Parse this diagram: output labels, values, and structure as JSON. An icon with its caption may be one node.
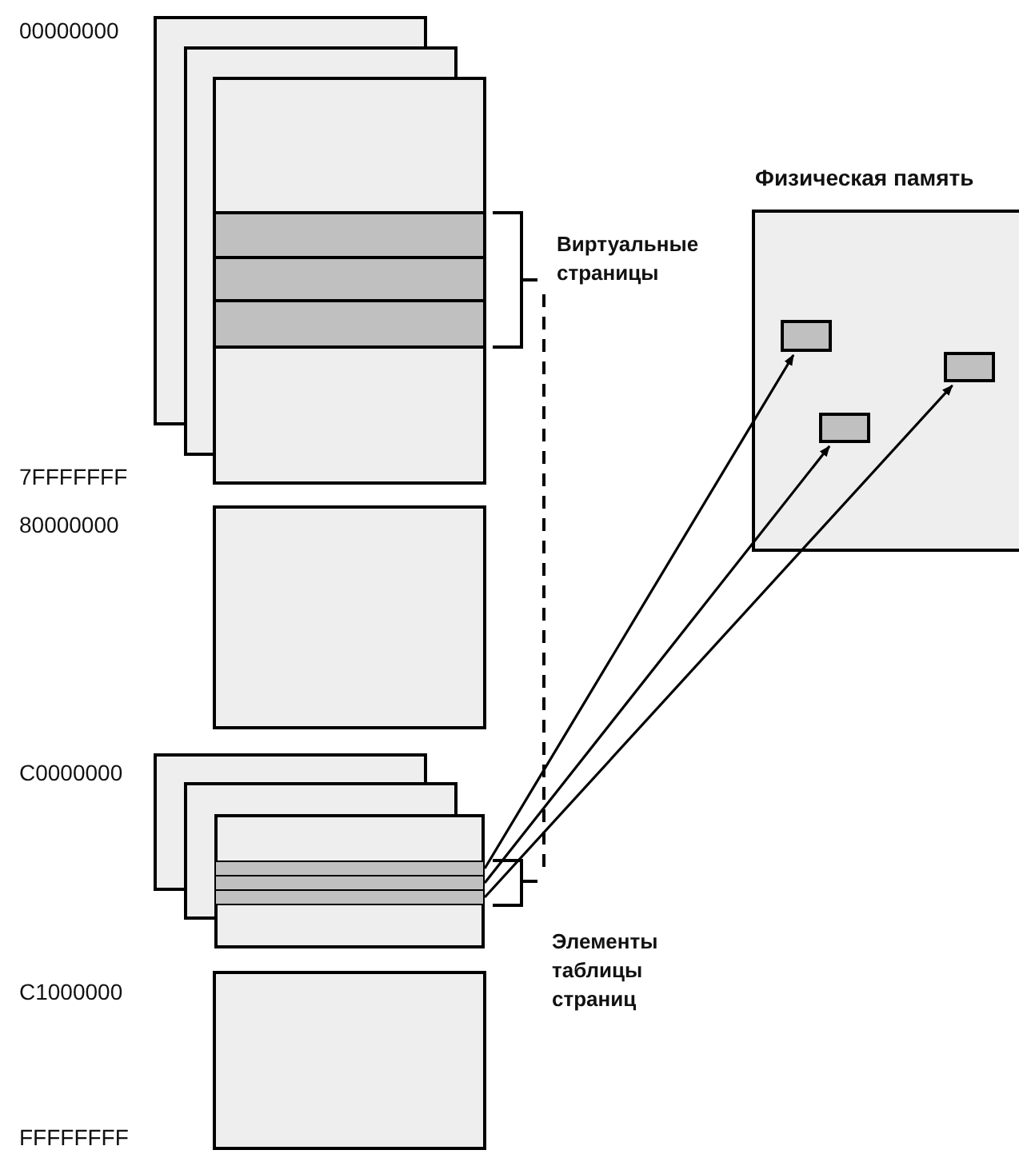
{
  "diagram": {
    "nodes": [
      {
        "text": [
          "Физическая память"
        ]
      },
      {
        "text": [],
        "shape": "box",
        "in": 0
      },
      {
        "text": [],
        "shape": "box",
        "in": 0
      },
      {
        "text": [],
        "shape": "box",
        "in": 0
      },
      {
        "text": [],
        "shape": "box"
      },
      {
        "text": [],
        "shape": "bar",
        "in": 4
      },
      {
        "text": [],
        "shape": "bar",
        "in": 4
      },
      {
        "text": [],
        "shape": "bar",
        "in": 4
      }
    ],
    "edges": [
      {
        "from": 5,
        "to": 1,
        "arrow": "to"
      },
      {
        "from": 6,
        "to": 2,
        "arrow": "to"
      },
      {
        "from": 7,
        "to": 3,
        "arrow": "to"
      }
    ],
    "labels": [
      "00000000",
      "Виртуальные страницы",
      "7FFFFFFF",
      "80000000",
      "C0000000",
      "Элементы таблицы страниц",
      "C1000000",
      "FFFFFFFF"
    ]
  }
}
